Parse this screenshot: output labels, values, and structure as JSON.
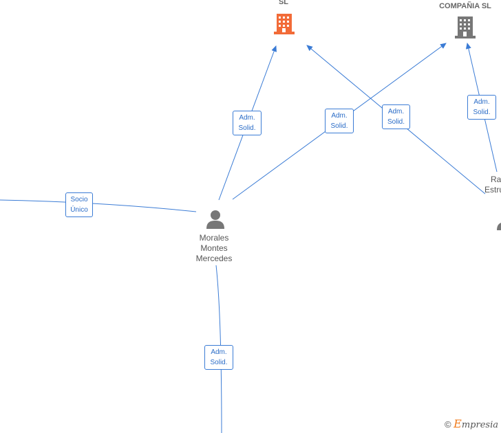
{
  "nodes": {
    "company_left": {
      "label": "SL",
      "color": "#f26b38",
      "icon": "building-icon"
    },
    "company_right": {
      "label": "COMPAÑIA  SL",
      "color": "#777777",
      "icon": "building-icon"
    },
    "person_center": {
      "line1": "Morales",
      "line2": "Montes",
      "line3": "Mercedes",
      "icon": "person-icon"
    },
    "person_right": {
      "line1": "Ra",
      "line2": "Estru",
      "icon": "person-icon"
    }
  },
  "edges": [
    {
      "id": "socio",
      "line1": "Socio",
      "line2": "Único"
    },
    {
      "id": "adm1",
      "line1": "Adm.",
      "line2": "Solid."
    },
    {
      "id": "adm2",
      "line1": "Adm.",
      "line2": "Solid."
    },
    {
      "id": "adm3",
      "line1": "Adm.",
      "line2": "Solid."
    },
    {
      "id": "adm4",
      "line1": "Adm.",
      "line2": "Solid."
    },
    {
      "id": "adm5",
      "line1": "Adm.",
      "line2": "Solid."
    }
  ],
  "colors": {
    "edge": "#3a7bd5",
    "label_text": "#2a6cc7"
  },
  "watermark": {
    "symbol": "©",
    "brand_first": "E",
    "brand_rest": "mpresia"
  }
}
